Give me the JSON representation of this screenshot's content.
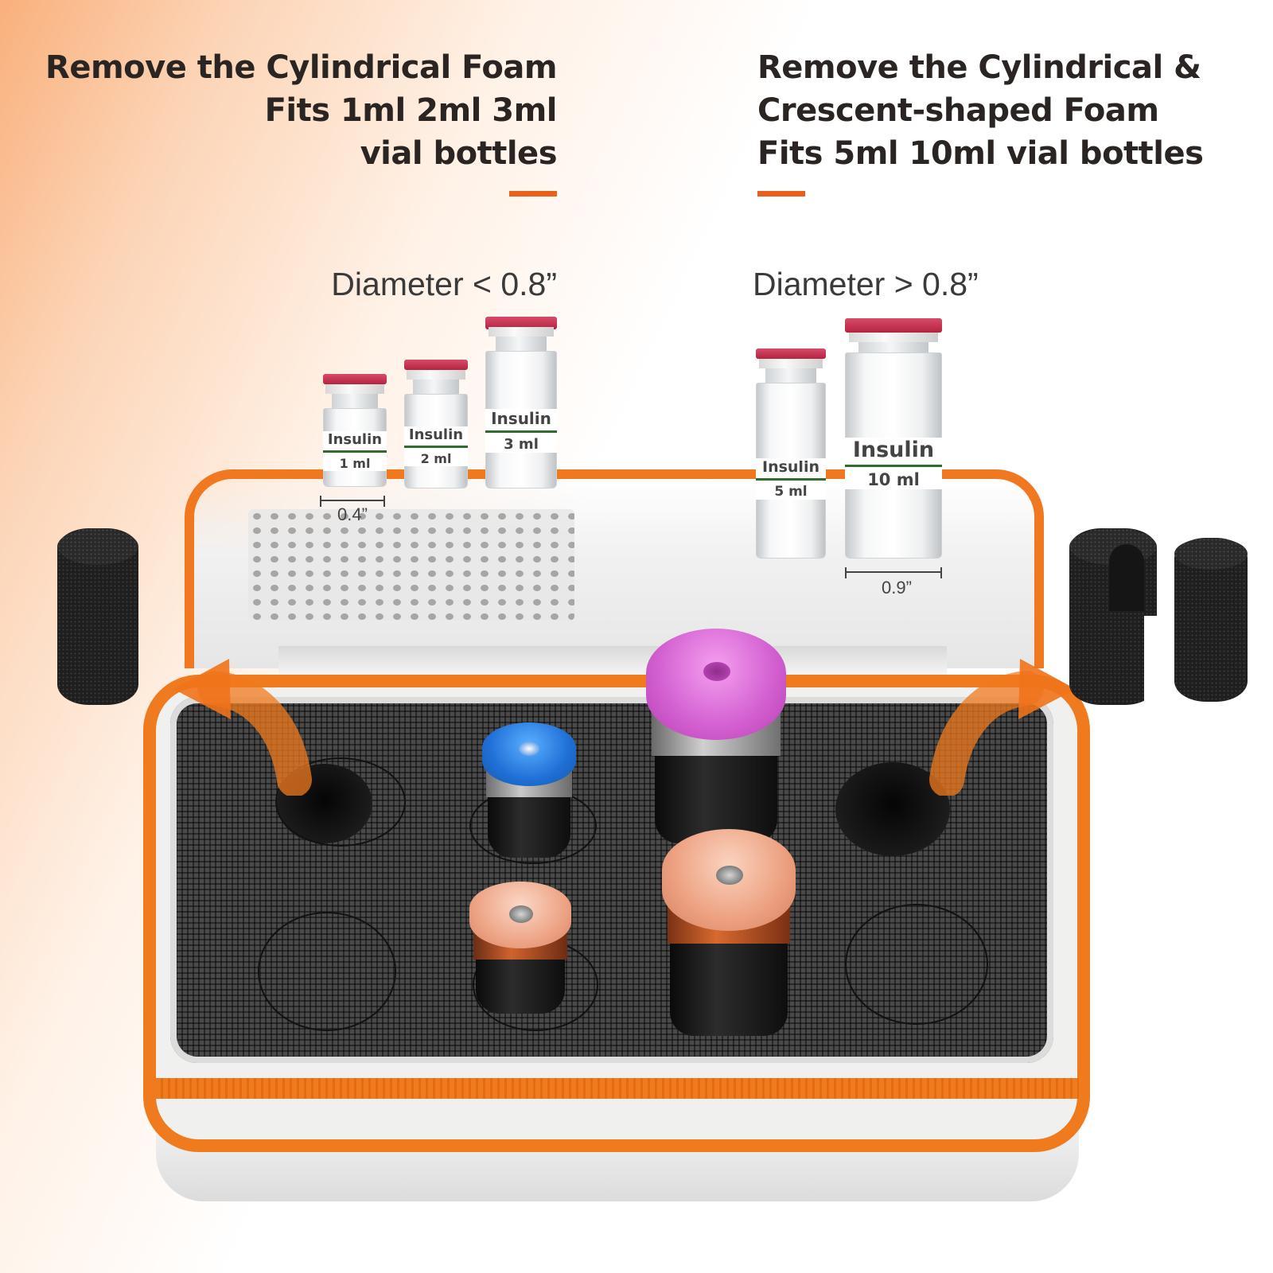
{
  "left_panel": {
    "headline_lines": [
      "Remove the Cylindrical Foam",
      "Fits 1ml 2ml 3ml",
      "vial bottles"
    ],
    "diameter_label": "Diameter < 0.8”",
    "dimension_label": "0.4”",
    "vials": [
      {
        "name": "Insulin",
        "volume": "1 ml"
      },
      {
        "name": "Insulin",
        "volume": "2 ml"
      },
      {
        "name": "Insulin",
        "volume": "3 ml"
      }
    ]
  },
  "right_panel": {
    "headline_lines": [
      "Remove the Cylindrical &",
      "Crescent-shaped Foam",
      "Fits 5ml 10ml vial bottles"
    ],
    "diameter_label": "Diameter > 0.8”",
    "dimension_label": "0.9”",
    "vials": [
      {
        "name": "Insulin",
        "volume": "5 ml"
      },
      {
        "name": "Insulin",
        "volume": "10 ml"
      }
    ]
  },
  "colors": {
    "accent": "#e8601a",
    "case_trim": "#f07a1e",
    "vial_cap": "#c3304f",
    "label_line": "#2f6d2f",
    "foam": "#4a4a4a"
  }
}
